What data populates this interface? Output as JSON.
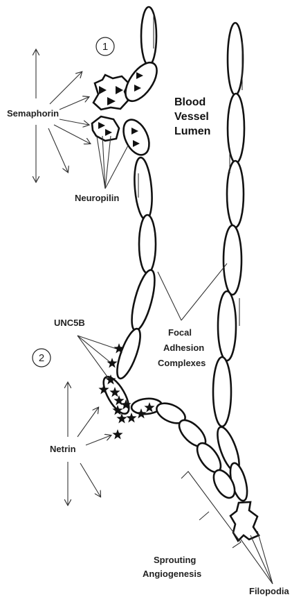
{
  "labels": {
    "region1": "1",
    "region2": "2",
    "semaphorin": "Semaphorin",
    "neuropilin": "Neuropilin",
    "blood_vessel_lumen": [
      "Blood",
      "Vessel",
      "Lumen"
    ],
    "unc5b": "UNC5B",
    "focal_adhesion_complexes": [
      "Focal",
      "Adhesion",
      "Complexes"
    ],
    "netrin": "Netrin",
    "sprouting_angiogenesis": [
      "Sprouting",
      "Angiogenesis"
    ],
    "filopodia": "Filopodia"
  }
}
